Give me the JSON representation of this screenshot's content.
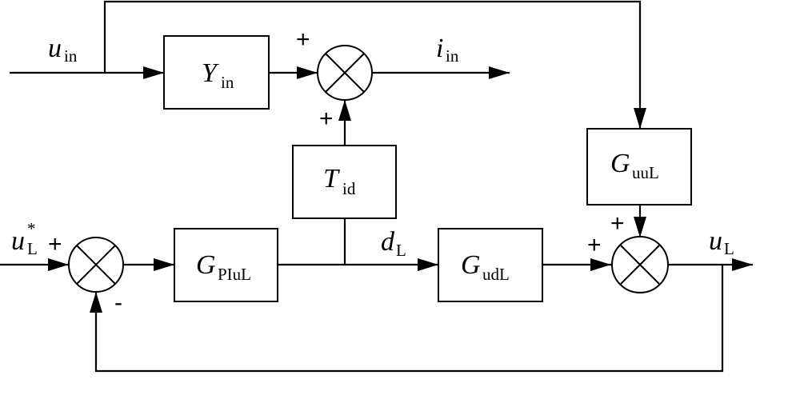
{
  "signals": {
    "u_in": {
      "main": "u",
      "sub": "in"
    },
    "i_in": {
      "main": "i",
      "sub": "in"
    },
    "u_L_ref": {
      "main": "u",
      "sub": "L",
      "sup": "*"
    },
    "d_L": {
      "main": "d",
      "sub": "L"
    },
    "u_L": {
      "main": "u",
      "sub": "L"
    }
  },
  "blocks": {
    "Y_in": {
      "main": "Y",
      "sub": "in"
    },
    "T_id": {
      "main": "T",
      "sub": "id"
    },
    "G_PIuL": {
      "main": "G",
      "sub": "PIuL"
    },
    "G_udL": {
      "main": "G",
      "sub": "udL"
    },
    "G_uuL": {
      "main": "G",
      "sub": "uuL"
    }
  },
  "signs": {
    "sum_top_left": "+",
    "sum_top_bottom": "+",
    "sum_left_left": "+",
    "sum_left_bottom": "-",
    "sum_right_left": "+",
    "sum_right_top": "+"
  }
}
